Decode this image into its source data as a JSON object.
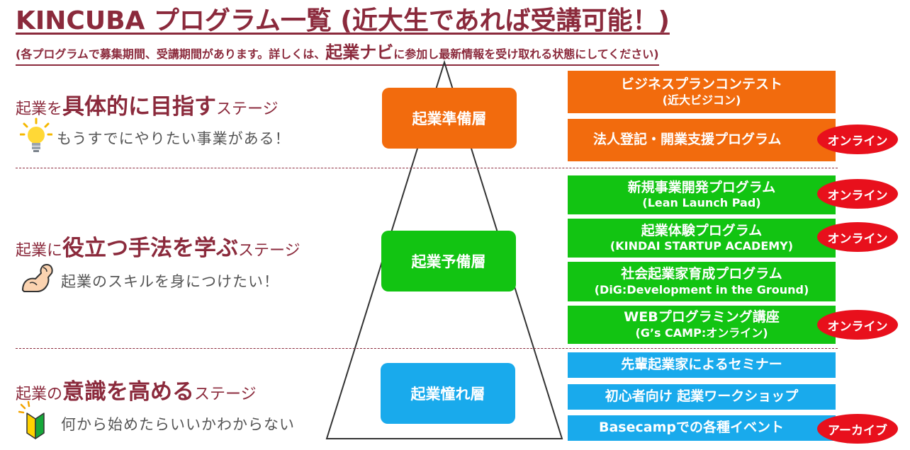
{
  "header": {
    "title": "KINCUBA プログラム一覧 (近大生であれば受講可能！)",
    "subtitle_pre": "(各プログラムで募集期間、受講期間があります。詳しくは、",
    "subtitle_link": "起業ナビ",
    "subtitle_post": "に参加し最新情報を受け取れる状態にしてください)"
  },
  "stages": [
    {
      "pre": "起業を",
      "em": "具体的に目指す",
      "post": "ステージ",
      "desc": "もうすでにやりたい事業がある！",
      "icon": "lightbulb-icon"
    },
    {
      "pre": "起業に",
      "em": "役立つ手法を学ぶ",
      "post": "ステージ",
      "desc": "起業のスキルを身につけたい！",
      "icon": "flexed-arm-icon"
    },
    {
      "pre": "起業の",
      "em": "意識を高める",
      "post": "ステージ",
      "desc": "何から始めたらいいかわからない",
      "icon": "beginner-mark-icon"
    }
  ],
  "layers": [
    {
      "label": "起業準備層",
      "color": "#f26b0d"
    },
    {
      "label": "起業予備層",
      "color": "#12c412"
    },
    {
      "label": "起業憧れ層",
      "color": "#19aaec"
    }
  ],
  "programs": {
    "p1": {
      "title": "ビジネスプランコンテスト",
      "sub": "(近大ビジコン)"
    },
    "p2": {
      "title": "法人登記・開業支援プログラム",
      "badge": "オンライン"
    },
    "p3": {
      "title": "新規事業開発プログラム",
      "sub": "(Lean Launch Pad)",
      "badge": "オンライン"
    },
    "p4": {
      "title": "起業体験プログラム",
      "sub": "(KINDAI STARTUP ACADEMY)",
      "badge": "オンライン"
    },
    "p5": {
      "title": "社会起業家育成プログラム",
      "sub": "(DiG:Development in the Ground)"
    },
    "p6": {
      "title": "WEBプログラミング講座",
      "sub": "(G’s CAMP:オンライン)",
      "badge": "オンライン"
    },
    "p7": {
      "title": "先輩起業家によるセミナー"
    },
    "p8": {
      "title": "初心者向け 起業ワークショップ"
    },
    "p9": {
      "title": "Basecampでの各種イベント",
      "badge": "アーカイブ"
    }
  },
  "colors": {
    "accent": "#8b2a3c",
    "orange": "#f26b0d",
    "green": "#12c412",
    "blue": "#19aaec",
    "badge": "#e8101c"
  }
}
